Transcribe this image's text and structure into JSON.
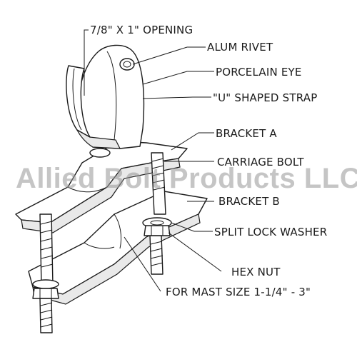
{
  "labels": {
    "opening": "7/8\" X 1\" OPENING",
    "alum_rivet": "ALUM RIVET",
    "porcelain_eye": "PORCELAIN EYE",
    "u_strap": "\"U\" SHAPED STRAP",
    "bracket_a": "BRACKET A",
    "carriage_bolt": "CARRIAGE BOLT",
    "bracket_b": "BRACKET B",
    "split_lock_washer": "SPLIT LOCK WASHER",
    "hex_nut": "HEX NUT",
    "mast_size": "FOR MAST SIZE 1-1/4\" - 3\""
  },
  "watermark": "Allied Bolt Products LLC"
}
